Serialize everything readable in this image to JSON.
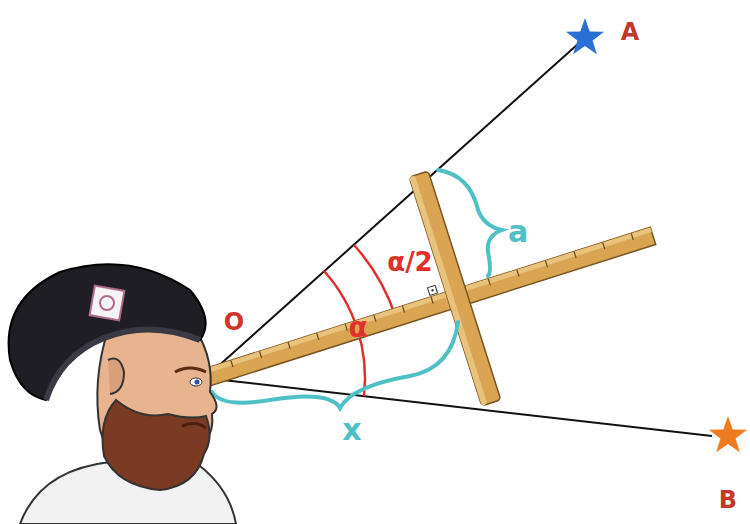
{
  "diagram": {
    "labels": [
      "A",
      "B",
      "O",
      "α/2",
      "α",
      "a",
      "x"
    ]
  }
}
